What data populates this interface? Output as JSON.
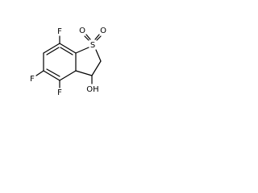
{
  "molecule": {
    "atoms": {
      "f_top": "F",
      "f_left": "F",
      "f_bottom": "F",
      "s": "S",
      "o_left": "O",
      "o_right": "O",
      "oh": "OH"
    },
    "colors": {
      "bond": "#000000",
      "label": "#000000",
      "background": "#ffffff"
    }
  }
}
